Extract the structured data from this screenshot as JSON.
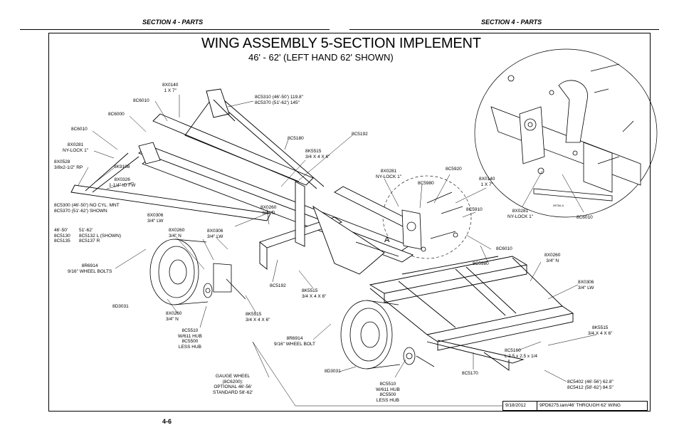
{
  "header": {
    "left": "SECTION 4 - PARTS",
    "right": "SECTION 4 - PARTS"
  },
  "title": {
    "main": "WING ASSEMBLY 5-SECTION IMPLEMENT",
    "sub": "46' - 62' (LEFT HAND 62' SHOWN)"
  },
  "callouts": {
    "c01": "8X0140\n1 X 7\"",
    "c02": "8C6010",
    "c03": "8C5310 (46'-50') 119.8\"\n8C5370 (51'-62') 145\"",
    "c04": "8C6000",
    "c05": "8C6010",
    "c06": "8X0281\nNY-LOCK 1\"",
    "c07": "8X0528\n3/8x2-1/2\" RP",
    "c08": "8K9108",
    "c09": "8X0326\n1-1/4\" ID FW",
    "c10": "8C5180",
    "c11": "8K5515\n3/4 X 4 X 6\"",
    "c12": "8C5192",
    "c13": "8X0281\nNY-LOCK 1\"",
    "c14": "8C5920",
    "c15": "8C5980",
    "c16": "8X0140\n1 X 7\"",
    "c17": "8C5300 (46'-50') NO CYL. MNT\n8C5370 (51'-62') SHOWN",
    "c18": "8X0260\n3/4\" N",
    "c19": "8X0306\n3/4\" LW",
    "c20": "8C5910",
    "c21": "8X0281\nNY-LOCK 1\"",
    "c22": "8C6010",
    "c23": "46'-50'\n8C5130\n8C5135",
    "c24": "51'-62'\n8C5132 L (SHOWN)\n8C5137 R",
    "c25": "8X0260\n3/4\" N",
    "c26": "8X0306\n3/4\" LW",
    "c27": "8C6010",
    "c28": "8R6914\n9/16\" WHEEL BOLTS",
    "c29": "8X0260\n3/4\" N",
    "c30": "8C5980",
    "c31": "8C5192",
    "c32": "8K5515\n3/4 X 4 X 6\"",
    "c33": "8X0306\n3/4\" LW",
    "c34": "8D3031",
    "c35": "8X0260\n3/4\" N",
    "c36": "8K5515\n3/4 X 4 X 6\"",
    "c37": "8C5510\nW/611 HUB\n8C5500\nLESS HUB",
    "c38": "8R6914\n9/16\" WHEEL BOLT",
    "c39": "8K5515\n3/4 X 4 X 6\"",
    "c40": "8C5160\nL 2.5 x 2.5 x 1/4",
    "c41": "GAUGE WHEEL\n(8C6200):\nOPTIONAL 46'-56'\nSTANDARD 58'-62'",
    "c42": "8D3031",
    "c43": "8C5170",
    "c44": "8C5402 (46'-56') 62.8\"\n8C5412 (58'-62') 84.5\"",
    "c45": "8C5510\nW/611 HUB\n8C5500\nLESS HUB"
  },
  "detail": {
    "callout_letter": "A",
    "label": "DETAIL  A"
  },
  "title_block": {
    "date": "9/18/2012",
    "file": "9PD6275.iam/46' THROUGH 62' WING"
  },
  "footer": {
    "page_number": "4-6"
  }
}
